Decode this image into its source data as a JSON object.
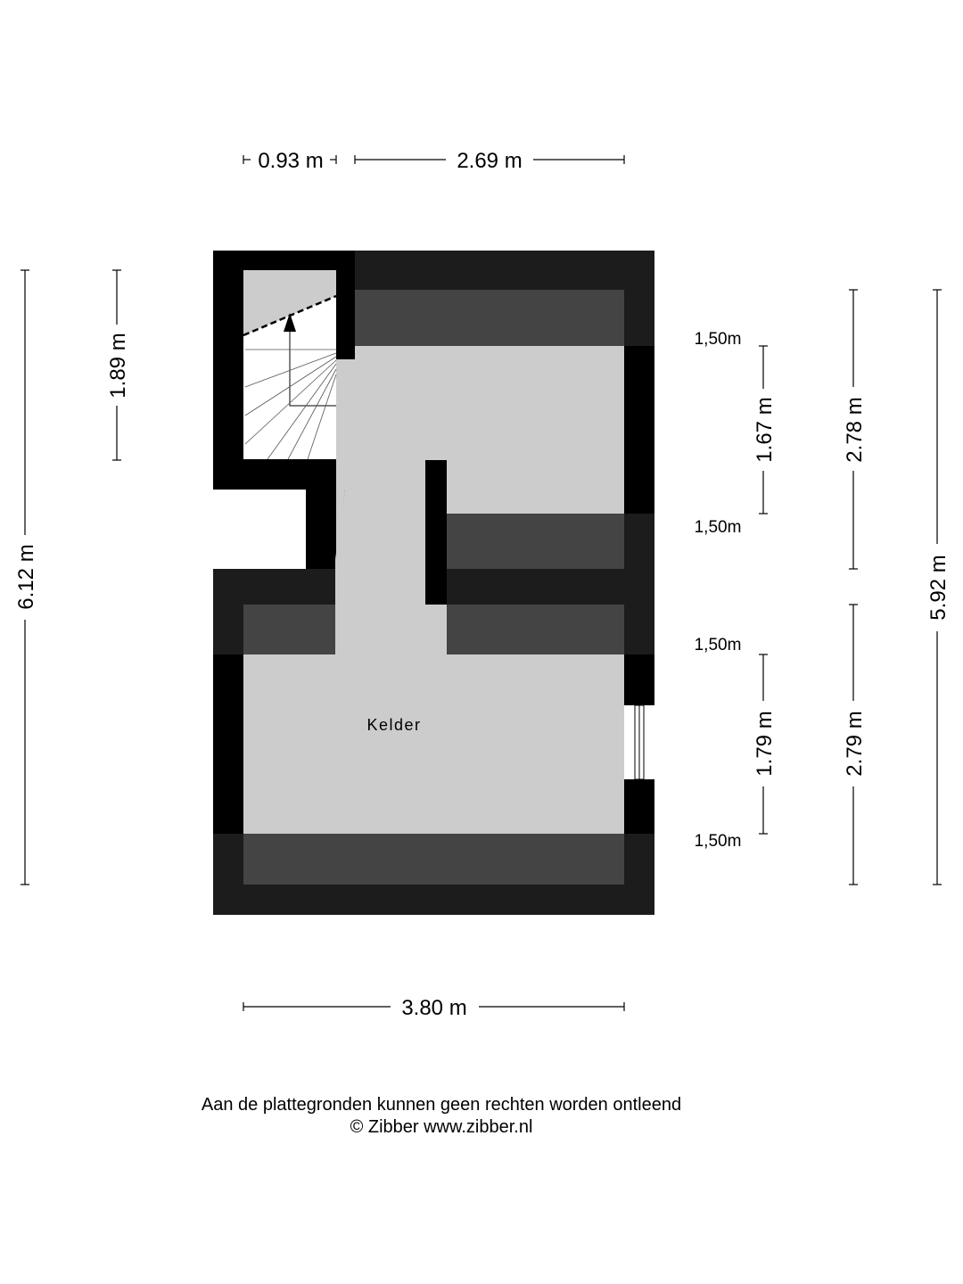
{
  "dimensions": {
    "top_left": "0.93 m",
    "top_right": "2.69 m",
    "bottom": "3.80 m",
    "left_outer": "6.12 m",
    "left_inner": "1.89 m",
    "right_inner_top": "1.67 m",
    "right_inner_bottom": "1.79 m",
    "right_mid_top": "2.78 m",
    "right_mid_bottom": "2.79 m",
    "right_outer": "5.92 m"
  },
  "ceiling_heights": [
    "1,50m",
    "1,50m",
    "1,50m",
    "1,50m"
  ],
  "rooms": {
    "kelder": "Kelder"
  },
  "footer": {
    "disclaimer": "Aan de plattegronden kunnen geen rechten worden ontleend",
    "copyright": "© Zibber www.zibber.nl"
  },
  "colors": {
    "wall": "#000000",
    "wall_low": "#1c1c1c",
    "sloped_zone": "#444444",
    "floor": "#cccccc"
  }
}
